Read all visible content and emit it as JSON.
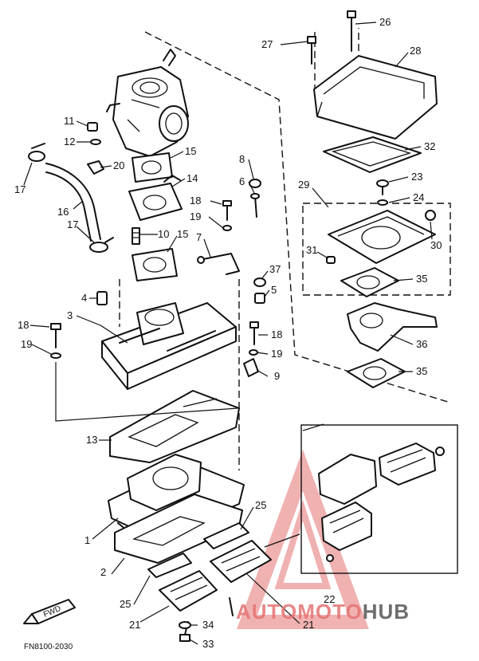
{
  "callouts": {
    "c1": "1",
    "c2": "2",
    "c3": "3",
    "c4": "4",
    "c5": "5",
    "c6": "6",
    "c7": "7",
    "c8": "8",
    "c9": "9",
    "c10": "10",
    "c11": "11",
    "c12": "12",
    "c13": "13",
    "c14": "14",
    "c15a": "15",
    "c15b": "15",
    "c16": "16",
    "c17a": "17",
    "c17b": "17",
    "c18a": "18",
    "c18b": "18",
    "c18c": "18",
    "c19a": "19",
    "c19b": "19",
    "c19c": "19",
    "c20": "20",
    "c21a": "21",
    "c21b": "21",
    "c22": "22",
    "c23": "23",
    "c24": "24",
    "c25a": "25",
    "c25b": "25",
    "c26": "26",
    "c27": "27",
    "c28": "28",
    "c29": "29",
    "c30": "30",
    "c31": "31",
    "c32": "32",
    "c33": "33",
    "c34": "34",
    "c35a": "35",
    "c35b": "35",
    "c36": "36",
    "c37": "37"
  },
  "diagram_code": "FN8100-2030",
  "fwd_label": "FWD",
  "watermark": {
    "text": "AUTOMOTOHUB",
    "accent_color": "#e57373",
    "dark_color": "#555555"
  }
}
